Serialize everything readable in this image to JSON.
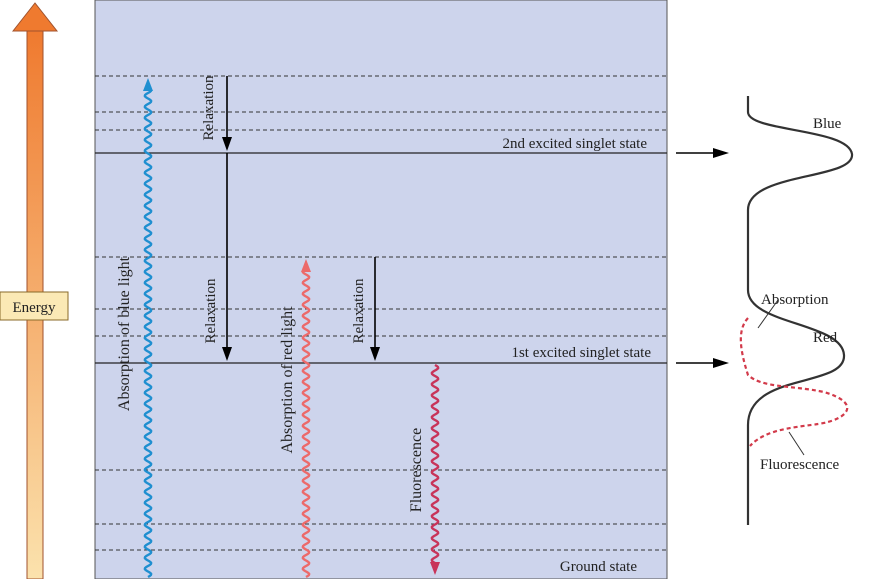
{
  "colors": {
    "panel": "#cdd4ec",
    "blue": "#1f8fd0",
    "red_light": "#ec6a6a",
    "fluorescence": "#c8345a",
    "energy_top": "#ef7a2f",
    "energy_bottom": "#fbe2ad",
    "energy_label_bg": "#fbe9b5",
    "dashed_curve": "#d23a4a"
  },
  "energy_label": "Energy",
  "states": {
    "second": "2nd excited singlet state",
    "first": "1st excited singlet state",
    "ground": "Ground state"
  },
  "arrows": {
    "absorption_blue": "Absorption of blue light",
    "absorption_red": "Absorption of red light",
    "fluorescence": "Fluorescence",
    "relaxation": "Relaxation"
  },
  "spectrum": {
    "blue": "Blue",
    "red": "Red",
    "absorption": "Absorption",
    "fluorescence": "Fluorescence"
  }
}
